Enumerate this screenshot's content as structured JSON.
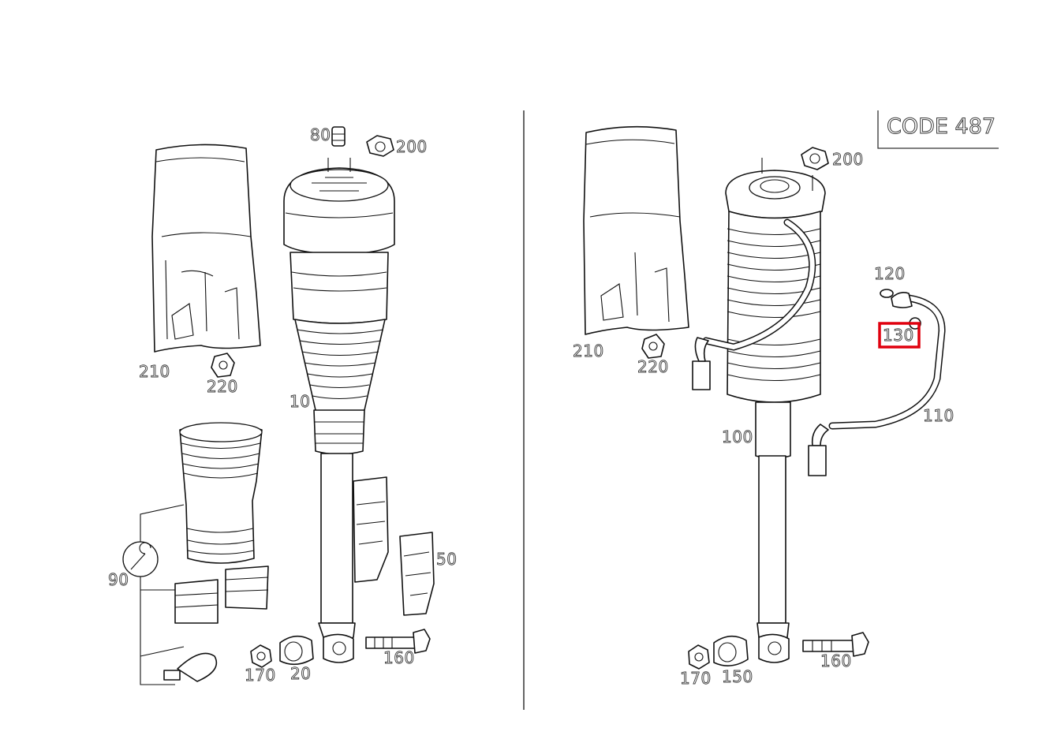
{
  "colors": {
    "highlight": "#e0000e",
    "line": "#111111",
    "label": "#3a3a3a"
  },
  "code_box": {
    "text": "CODE 487"
  },
  "left_labels": {
    "p80": "80",
    "p200": "200",
    "p210": "210",
    "p220": "220",
    "p10": "10",
    "p50": "50",
    "p90": "90",
    "p160": "160",
    "p170": "170",
    "p20": "20"
  },
  "right_labels": {
    "p200": "200",
    "p210": "210",
    "p220": "220",
    "p120": "120",
    "p130": "130",
    "p110": "110",
    "p100": "100",
    "p170": "170",
    "p150": "150",
    "p160": "160"
  },
  "icons": {
    "tool": "wrench-icon"
  }
}
